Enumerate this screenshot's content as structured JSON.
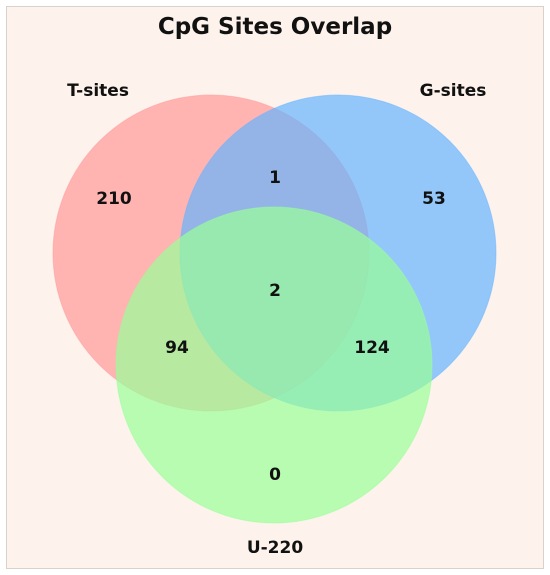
{
  "title": "CpG Sites Overlap",
  "colors": {
    "background": "#fdf3ec",
    "set_a": "#ff9999",
    "set_b": "#66b3ff",
    "set_c": "#99ff99"
  },
  "chart_data": {
    "type": "venn",
    "sets": [
      "T-sites",
      "G-sites",
      "U-220"
    ],
    "regions": {
      "a_only": "210",
      "b_only": "53",
      "c_only": "0",
      "ab": "1",
      "ac": "94",
      "bc": "124",
      "abc": "2"
    }
  }
}
